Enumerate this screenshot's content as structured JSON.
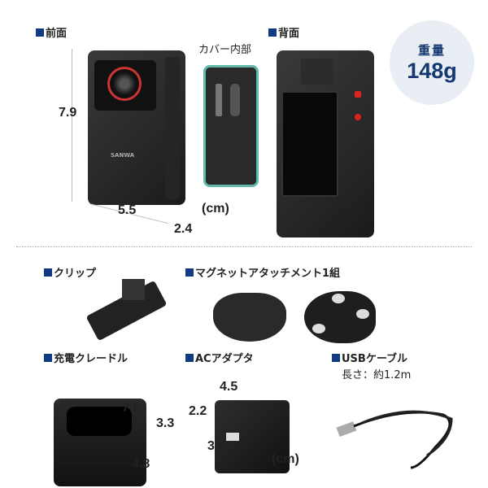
{
  "main_unit": {
    "front_label": "前面",
    "back_label": "背面",
    "cover_label": "カバー内部",
    "height": "7.9",
    "width": "5.5",
    "depth": "2.4",
    "unit": "(cm)",
    "weight": {
      "title": "重量",
      "value": "148g"
    }
  },
  "accessories": {
    "clip": {
      "label": "クリップ"
    },
    "magnet": {
      "label": "マグネットアタッチメント1組"
    },
    "cradle": {
      "label": "充電クレードル",
      "width": "7.8",
      "height": "3.3",
      "depth": "4.8"
    },
    "adapter": {
      "label": "ACアダプタ",
      "width": "4.5",
      "height": "2.2",
      "depth": "3.6",
      "unit": "(cm)"
    },
    "usb": {
      "label": "USBケーブル",
      "length": "長さ：約1.2m"
    }
  },
  "colors": {
    "accent": "#123a80",
    "weight_bg": "#e9eef5",
    "cover_border": "#5fb8a8"
  }
}
